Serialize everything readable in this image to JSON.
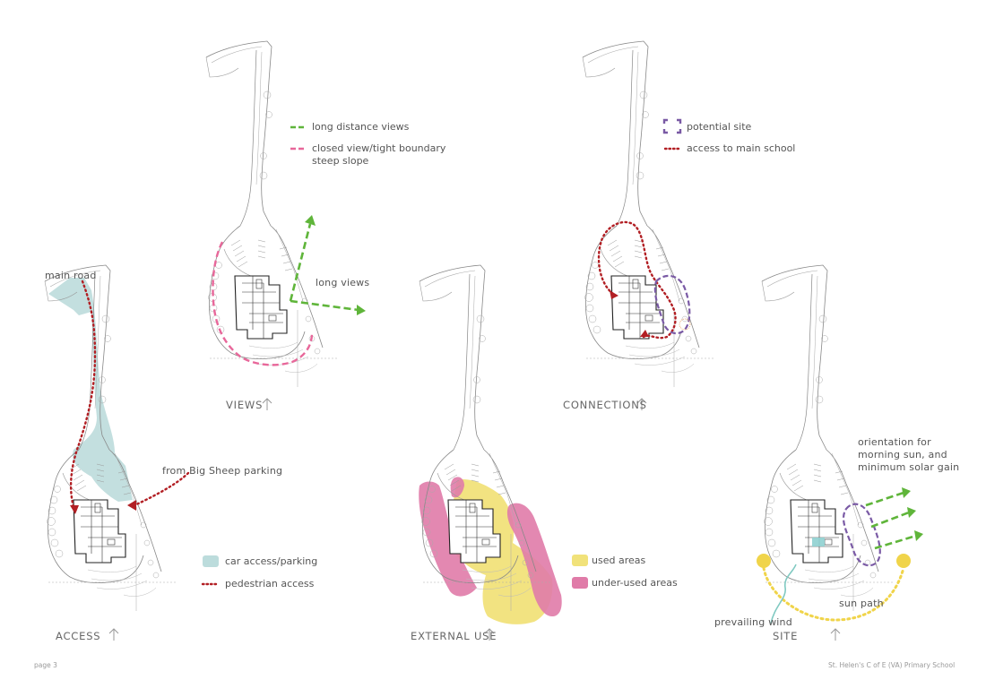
{
  "panels": {
    "views": {
      "title": "VIEWS",
      "legend": [
        {
          "label": "long distance views",
          "color": "#5fb53a",
          "style": "dashed"
        },
        {
          "label": "closed view/tight boundary\nsteep slope",
          "color": "#e8679a",
          "style": "dashed"
        }
      ],
      "annotations": {
        "long_views": "long views"
      }
    },
    "connections": {
      "title": "CONNECTIONS",
      "legend": [
        {
          "label": "potential site",
          "color": "#7a5aa5",
          "style": "dashed-box"
        },
        {
          "label": "access to main school",
          "color": "#b21f24",
          "style": "dotted"
        }
      ]
    },
    "access": {
      "title": "ACCESS",
      "legend": [
        {
          "label": "car access/parking",
          "color": "#bcdcdc",
          "style": "fill"
        },
        {
          "label": "pedestrian access",
          "color": "#b21f24",
          "style": "dotted"
        }
      ],
      "annotations": {
        "main_road": "main road",
        "from_parking": "from Big Sheep parking"
      }
    },
    "external_use": {
      "title": "EXTERNAL USE",
      "legend": [
        {
          "label": "used areas",
          "color": "#f1e27a",
          "style": "fill"
        },
        {
          "label": "under-used areas",
          "color": "#e07ba8",
          "style": "fill"
        }
      ]
    },
    "site": {
      "title": "SITE",
      "annotations": {
        "orientation": "orientation for\nmorning sun, and\nminimum solar gain",
        "sun_path": "sun path",
        "prevailing_wind": "prevailing wind"
      }
    }
  },
  "footer": {
    "page": "page 3",
    "school": "St. Helen's C of E (VA) Primary School"
  },
  "colors": {
    "green": "#5fb53a",
    "pink": "#e8679a",
    "red": "#b21f24",
    "purple": "#7a5aa5",
    "teal": "#bcdcdc",
    "yellow": "#f1e27a",
    "magenta": "#e07ba8",
    "sun": "#f0d44a",
    "wind": "#7fc9c1"
  }
}
